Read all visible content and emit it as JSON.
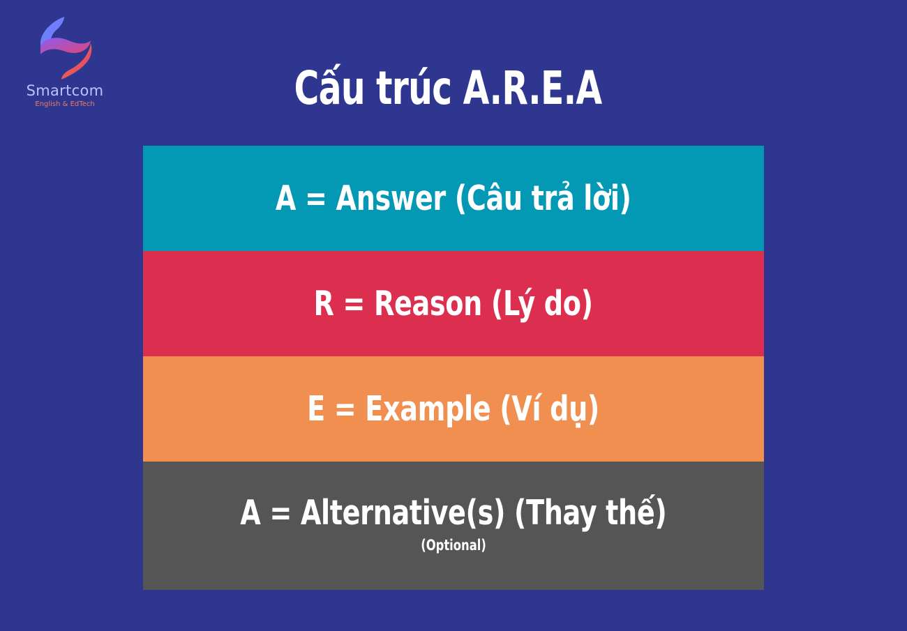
{
  "brand": {
    "name": "Smartcom",
    "tagline": "English & EdTech",
    "logo_icon": "smartcom-s-logo-icon"
  },
  "title": "Cấu trúc A.R.E.A",
  "rows": [
    {
      "label": "A = Answer (Câu trả lời)",
      "color": "#0399b5"
    },
    {
      "label": "R = Reason (Lý do)",
      "color": "#dc2e4e"
    },
    {
      "label": "E = Example (Ví dụ)",
      "color": "#f08f50"
    },
    {
      "label": "A = Alternative(s) (Thay thế)",
      "note": "(Optional)",
      "color": "#555555"
    }
  ],
  "colors": {
    "background": "#2e3690"
  }
}
